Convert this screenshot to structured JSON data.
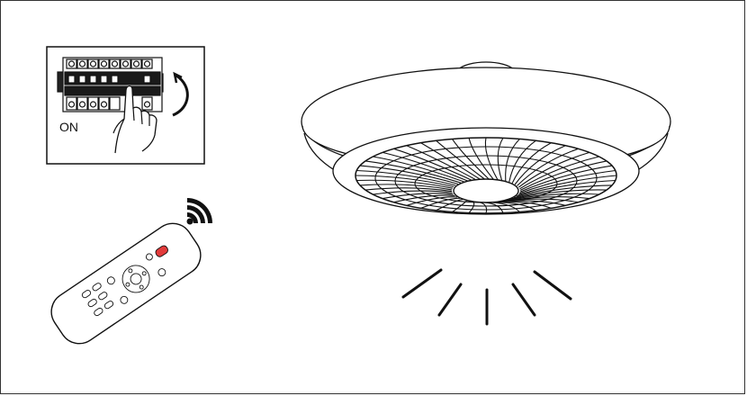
{
  "breaker_panel": {
    "label": "ON",
    "icon": "circuit-breaker-switch-on"
  },
  "remote": {
    "icon": "remote-control",
    "signal_icon": "wireless-signal"
  },
  "fan": {
    "icon": "ceiling-fan-light"
  },
  "light_rays": {
    "icon": "light-rays"
  },
  "colors": {
    "line": "#111111",
    "power_button": "#e23b3b",
    "background": "#ffffff"
  }
}
